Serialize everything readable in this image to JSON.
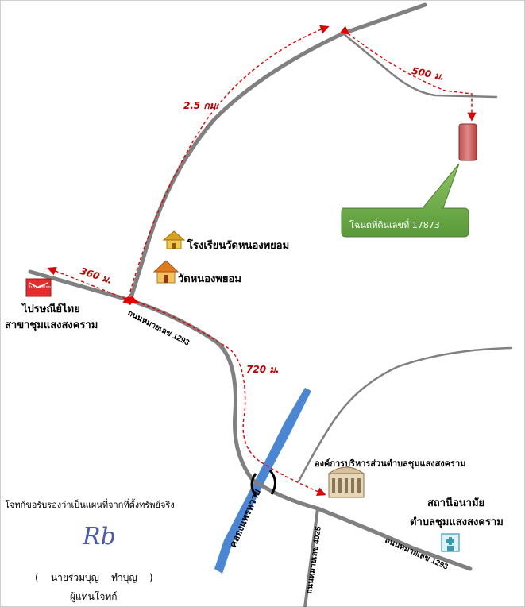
{
  "distances": {
    "to_plot": "500 ม.",
    "north_road": "2.5 กม.",
    "to_post_office": "360 ม.",
    "to_bridge": "720 ม."
  },
  "callout": {
    "text": "โฉนดที่ดินเลขที่ 17873"
  },
  "places": {
    "school": "โรงเรียนวัดหนองพยอม",
    "temple": "วัดหนองพยอม",
    "post_office_line1": "ไปรษณีย์ไทย",
    "post_office_line2": "สาขาชุมแสงสงคราม",
    "post_logo": "ไปรษณีย์ไทย",
    "tao_office": "องค์การบริหารส่วนตำบลชุมแสงสงคราม",
    "health_line1": "สถานีอนามัย",
    "health_line2": "ตำบลชุมแสงสงคราม"
  },
  "roads": {
    "hw1293_upper": "ถนนหมายเลข 1293",
    "hw1293_lower": "ถนนหมายเลข 1293",
    "hw4025": "ถนนหมายเลข 4025"
  },
  "water": {
    "canal": "คลองแพรหวาย"
  },
  "certification": {
    "statement": "โจทก์ขอรับรองว่าเป็นแผนที่จากที่ตั้งทรัพย์จริง",
    "signature": "Rb",
    "name_line": "(    นายร่วมบุญ    ทำบุญ    )",
    "role": "ผู้แทนโจทก์"
  },
  "colors": {
    "road": "#808080",
    "route": "#e00000",
    "river": "#4a86d4",
    "callout": "#6aa84f",
    "plot": "#c0504d"
  }
}
